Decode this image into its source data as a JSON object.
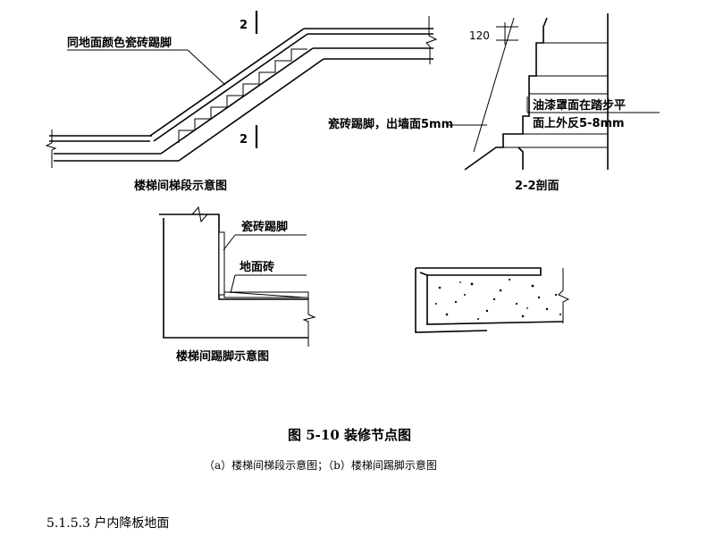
{
  "diagram_a": {
    "label_skirting": "同地面颜色瓷砖踢脚",
    "section_mark_top": "2",
    "section_mark_bottom": "2",
    "caption": "楼梯间梯段示意图"
  },
  "diagram_section": {
    "dim_120": "120",
    "label_tile_skirting": "瓷砖踢脚，出墙面5mm",
    "label_paint_line1": "油漆罩面在踏步平",
    "label_paint_line2": "面上外反5-8mm",
    "caption": "2-2剖面"
  },
  "diagram_b": {
    "label_skirting": "瓷砖踢脚",
    "label_floor_tile": "地面砖",
    "caption": "楼梯间踢脚示意图"
  },
  "figure": {
    "title": "图 5-10    装修节点图",
    "subtitle": "（a）楼梯间梯段示意图；（b）楼梯间踢脚示意图"
  },
  "section_heading": "5.1.5.3 户内降板地面"
}
